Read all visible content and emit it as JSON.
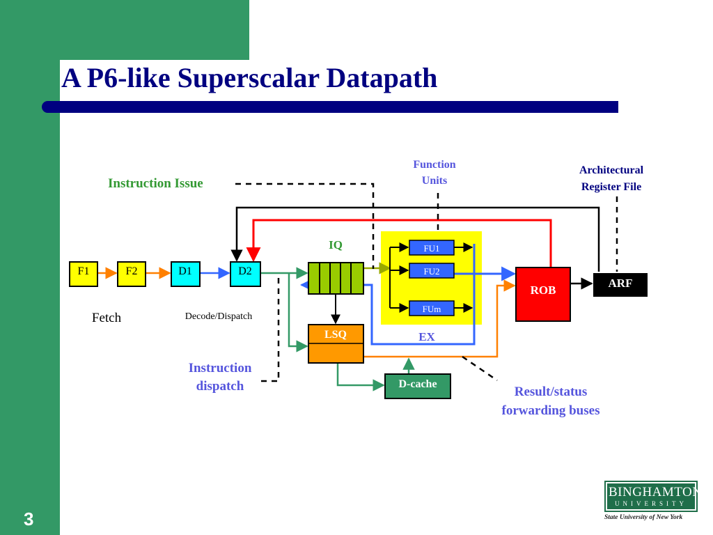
{
  "slide": {
    "title": "A P6-like Superscalar Datapath",
    "number": "3"
  },
  "labels": {
    "instruction_issue": "Instruction Issue",
    "function_units": [
      "Function",
      "Units"
    ],
    "architectural_register_file": [
      "Architectural",
      "Register File"
    ],
    "iq": "IQ",
    "ex": "EX",
    "fetch": "Fetch",
    "decode_dispatch": "Decode/Dispatch",
    "instruction_dispatch": [
      "Instruction",
      "dispatch"
    ],
    "result_status": [
      "Result/status",
      "forwarding buses"
    ]
  },
  "stages": {
    "f1": "F1",
    "f2": "F2",
    "d1": "D1",
    "d2": "D2",
    "lsq": "LSQ",
    "fu1": "FU1",
    "fu2": "FU2",
    "fum": "FUm",
    "rob": "ROB",
    "arf": "ARF",
    "dcache": "D-cache"
  },
  "logo": {
    "name": "BINGHAMTON",
    "university": "UNIVERSITY",
    "subtitle": "State University of New York"
  },
  "colors": {
    "side_green": "#339966",
    "title_navy": "#000080",
    "label_green": "#339933",
    "label_blue": "#5555dd",
    "fetch_box": "#ffff00",
    "decode_box": "#00ffff",
    "iq_green": "#99cc00",
    "lsq_orange": "#ff9900",
    "ex_yellow": "#ffff00",
    "fu_blue": "#3366ff",
    "rob_red": "#ff0000",
    "arf_black": "#000000",
    "dcache_green": "#339966",
    "wire_red": "#ff0000",
    "wire_blue": "#3366ff",
    "wire_orange": "#ff8000",
    "wire_teal": "#339966",
    "wire_black": "#000000"
  }
}
